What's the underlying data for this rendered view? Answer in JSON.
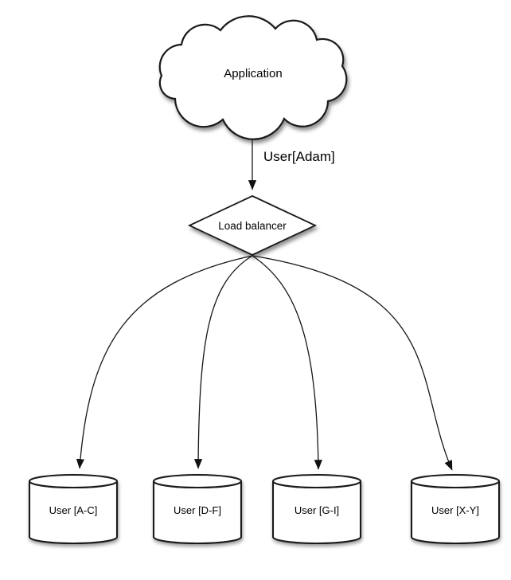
{
  "diagram": {
    "type": "sharding-flow-diagram",
    "background": "#ffffff",
    "stroke_color": "#1a1a1a",
    "node_fill": "#ffffff",
    "application": {
      "label": "Application",
      "shape": "cloud"
    },
    "request_edge": {
      "label": "User[Adam]"
    },
    "load_balancer": {
      "label": "Load balancer",
      "shape": "diamond"
    },
    "databases": [
      {
        "label": "User [A-C]",
        "shape": "cylinder"
      },
      {
        "label": "User [D-F]",
        "shape": "cylinder"
      },
      {
        "label": "User [G-I]",
        "shape": "cylinder"
      },
      {
        "label": "User [X-Y]",
        "shape": "cylinder"
      }
    ]
  }
}
